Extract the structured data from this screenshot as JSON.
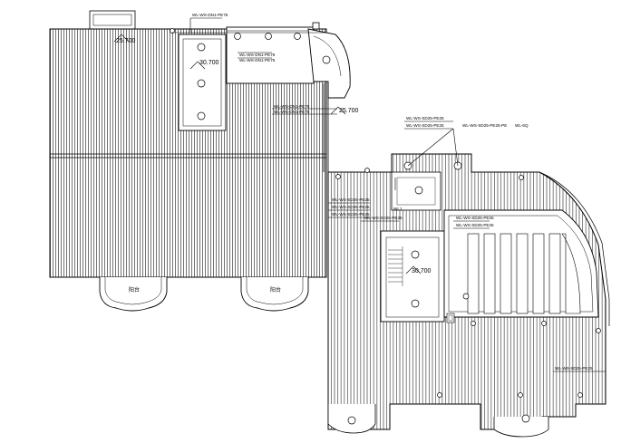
{
  "plan": {
    "elevations": {
      "e25_top": "25.700",
      "e30_upper": "30.700",
      "e25_right": "25.700",
      "e30_stair": "30.700"
    },
    "labels": {
      "top_pipe": "WL-WS-DN1-PE75",
      "riser_a": "WL-WS-DN1-PE75",
      "riser_b": "WL-WS-DN1-PE75",
      "mid_pipe_a": "WL-WS-DN1-PE75",
      "mid_pipe_b": "WL-WS-DN1-PE75",
      "elev_note_top": "25.700",
      "cluster_a": "WL-WS-SD25-PE25",
      "cluster_b": "WL-WS-SD25-PE25",
      "cluster_c": "WL-WS-SD25-PE25-PE",
      "cluster_d": "WL-6Q",
      "left_a": "WL-WS-SD25-PE25",
      "left_b": "WL-WS-SD25-PE25",
      "left_c": "WL-WS-SD25-PE25",
      "left_d": "WL-WS-SD25-PE25",
      "left_e": "WL-WS-SD25-PE25",
      "wl1": "WL1",
      "right_a": "WL-WS-SD25-PE25",
      "right_b": "WL-WS-SD25-PE25",
      "bottom_right": "WL-WS-SD25-PE25",
      "room_left": "阳台",
      "room_mid": "阳台"
    }
  }
}
